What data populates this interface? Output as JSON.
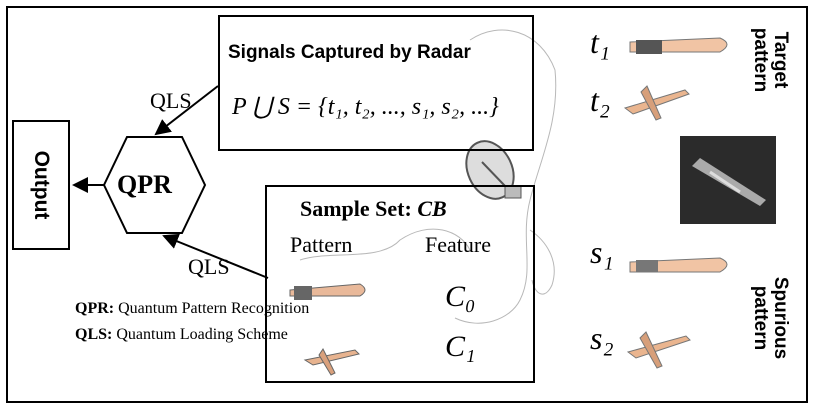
{
  "signals_box": {
    "title": "Signals Captured by Radar",
    "formula": "P ⋃ S = {t₁, t₂, ..., s₁, s₂, ...}"
  },
  "sample_box": {
    "title_prefix": "Sample Set: ",
    "title_symbol": "CB",
    "col_pattern": "Pattern",
    "col_feature": "Feature",
    "feature_0": "C₀",
    "feature_1": "C₁"
  },
  "qpr_node": "QPR",
  "output_box": "Output",
  "qls_top": "QLS",
  "qls_bottom": "QLS",
  "legend": {
    "qpr_abbr": "QPR:",
    "qpr_full": " Quantum Pattern Recognition",
    "qls_abbr": "QLS:",
    "qls_full": " Quantum Loading Scheme"
  },
  "right_panel": {
    "t1": "t₁",
    "t2": "t₂",
    "s1": "s₁",
    "s2": "s₂",
    "target_label": "Target pattern",
    "spurious_label": "Spurious pattern"
  },
  "colors": {
    "stroke": "#000000",
    "background": "#ffffff"
  }
}
